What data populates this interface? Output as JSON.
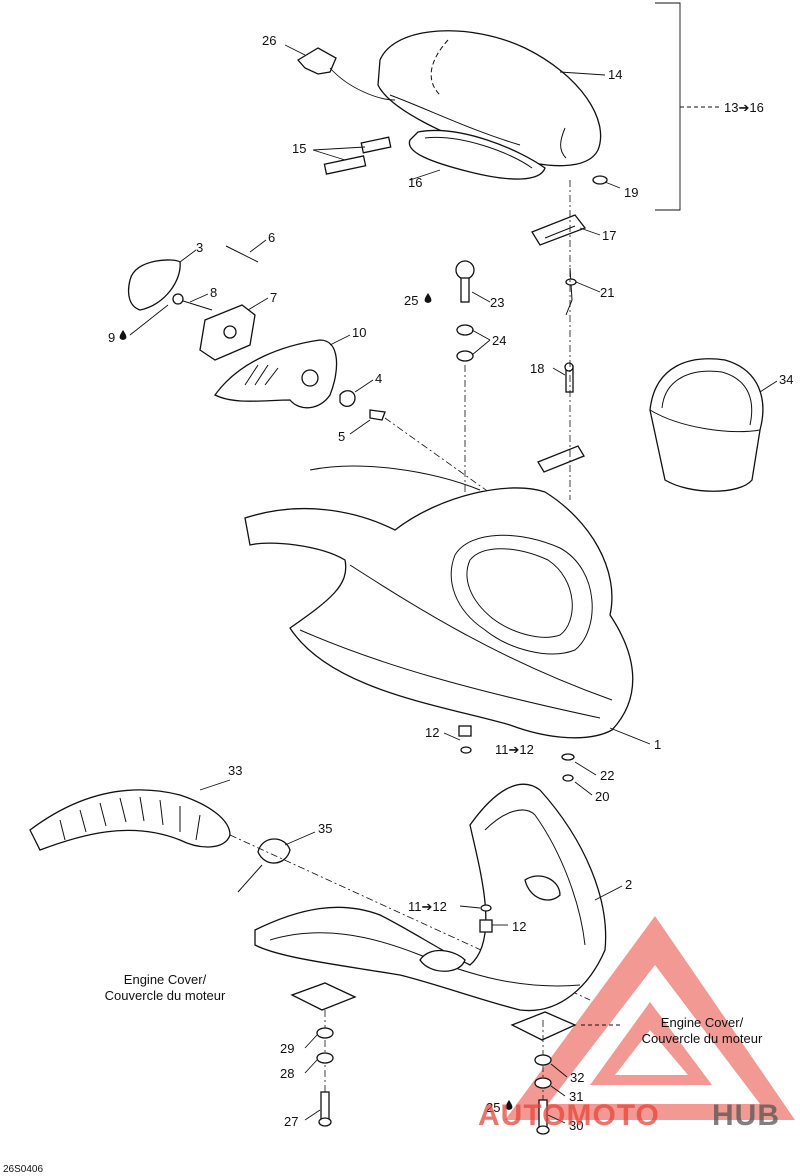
{
  "labels": [
    {
      "id": "26",
      "text": "26"
    },
    {
      "id": "14",
      "text": "14"
    },
    {
      "id": "13to16",
      "text": "13➔16"
    },
    {
      "id": "15",
      "text": "15"
    },
    {
      "id": "16",
      "text": "16"
    },
    {
      "id": "19",
      "text": "19"
    },
    {
      "id": "3",
      "text": "3"
    },
    {
      "id": "6",
      "text": "6"
    },
    {
      "id": "17",
      "text": "17"
    },
    {
      "id": "8",
      "text": "8"
    },
    {
      "id": "7",
      "text": "7"
    },
    {
      "id": "25a",
      "text": "25"
    },
    {
      "id": "23",
      "text": "23"
    },
    {
      "id": "21",
      "text": "21"
    },
    {
      "id": "9",
      "text": "9"
    },
    {
      "id": "10",
      "text": "10"
    },
    {
      "id": "24",
      "text": "24"
    },
    {
      "id": "4",
      "text": "4"
    },
    {
      "id": "18",
      "text": "18"
    },
    {
      "id": "34",
      "text": "34"
    },
    {
      "id": "5",
      "text": "5"
    },
    {
      "id": "1",
      "text": "1"
    },
    {
      "id": "12a",
      "text": "12"
    },
    {
      "id": "11to12a",
      "text": "11➔12"
    },
    {
      "id": "22",
      "text": "22"
    },
    {
      "id": "20",
      "text": "20"
    },
    {
      "id": "33",
      "text": "33"
    },
    {
      "id": "35",
      "text": "35"
    },
    {
      "id": "2",
      "text": "2"
    },
    {
      "id": "11to12b",
      "text": "11➔12"
    },
    {
      "id": "12b",
      "text": "12"
    },
    {
      "id": "29",
      "text": "29"
    },
    {
      "id": "28",
      "text": "28"
    },
    {
      "id": "27",
      "text": "27"
    },
    {
      "id": "32",
      "text": "32"
    },
    {
      "id": "31",
      "text": "31"
    },
    {
      "id": "25b",
      "text": "25"
    },
    {
      "id": "30",
      "text": "30"
    }
  ],
  "notes": {
    "engine_cover_left_line1": "Engine Cover/",
    "engine_cover_left_line2": "Couvercle du moteur",
    "engine_cover_right_line1": "Engine Cover/",
    "engine_cover_right_line2": "Couvercle du moteur"
  },
  "drawing_code": "26S0406",
  "watermark": {
    "text_red": "AUTOMOTO",
    "text_dark": "HUB",
    "red_color": "#e8463c",
    "orange_color": "#f2a640",
    "dark_color": "#555555"
  }
}
